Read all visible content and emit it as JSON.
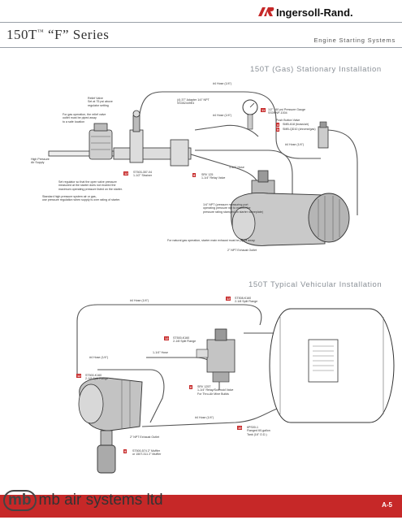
{
  "header": {
    "title": "150T",
    "title_tm": "™",
    "title_series": "“F” Series",
    "brand": "Ingersoll-Rand.",
    "subtitle": "Engine Starting Systems"
  },
  "gas_section": {
    "title": "150T (Gas) Stationary Installation",
    "labels": {
      "hose_top": "#4 Hose (1/4\")",
      "relief_valve": "Relief Valve\nSet at 75 psi above\nregulator setting",
      "relief_note": "For gas operation, the relief valve\noutlet must be piped away\nto a safe location",
      "adapter": "(4) 37° Adapter 1/4\" NPT\nSS352449E4",
      "hose_mid": "#4 Hose (1/4\")",
      "gauge": "1/2\" 160 psi Pressure Gauge\nSS0RNP-1004",
      "push_button": "Push Button Valve",
      "hose_right": "#4 Hose (1/4\")",
      "high_pressure": "High Pressure\nAir Supply",
      "strainer": "ST503-357-04\n1-1/2\" Strainer",
      "relay_valve": "SRV 125\n1-1/4\" Relay Valve",
      "hose_relay": "1-1/4\" Hose",
      "regulator_note": "Set regulator so that the open valve pressure\nmeasured at the starter does not exceed the\nmaximum operating pressure listed on the starter.",
      "standard_note": "Standard high pressure system air or gas,\nuse pressure regulation when supply is over rating of starter.",
      "npt_note": "1/4\" NPT (pressure measuring port\noperating pressure not to exceed the\npressure rating stamped on starter nameplate)",
      "gas_note": "For natural gas operation, starter main exhaust must be piped away.",
      "exhaust": "2\" NPT Exhaust Outlet"
    },
    "badges": {
      "strainer_no": "12",
      "relay_no": "8",
      "gauge_no": "11",
      "push_a": "4",
      "push_a_text": "SMB-618 (brass/air)",
      "push_b": "5",
      "push_b_text": "SMB-QD10 (chrome/gas)"
    }
  },
  "vehicular_section": {
    "title": "150T Typical Vehicular Installation",
    "labels": {
      "hose_top": "#4 Hose (1/4\")",
      "flange_top": "ST508-K160\n2-1/8 Split Flange",
      "flange_mid": "ST500-K160\n2-1/8 Split Flange",
      "hose_114": "1-1/4\" Hose",
      "hose_left": "#4 Hose (1/4\")",
      "flange_left": "ST500-K160\n2-1/8 Split Flange",
      "relay_solenoid": "SRV 125T\n1-1/4\" Relay/Solenoid Valve\nFor Thru-Air Mine Builds",
      "hose_bottom": "#4 Hose (1/4\")",
      "tank": "6PS00-1\nFlanged 60-gallon\nTank (16\" O.D.)",
      "exhaust": "2\" NPT Exhaust Outlet",
      "muffler": "ST500-574 2\" Muffler\nor 150T-311 2\" Muffler"
    },
    "badges": {
      "flange_top_no": "12",
      "flange_mid_no": "12",
      "flange_left_no": "12",
      "relay_no": "6",
      "tank_no": "10",
      "muffler_no": "9"
    }
  },
  "footer": {
    "logo_mark": "mb",
    "logo_text": "mb air systems ltd",
    "page": "A-5"
  },
  "colors": {
    "accent": "#c62828",
    "rule": "#9aa0a8",
    "section_title": "#8a9097"
  }
}
